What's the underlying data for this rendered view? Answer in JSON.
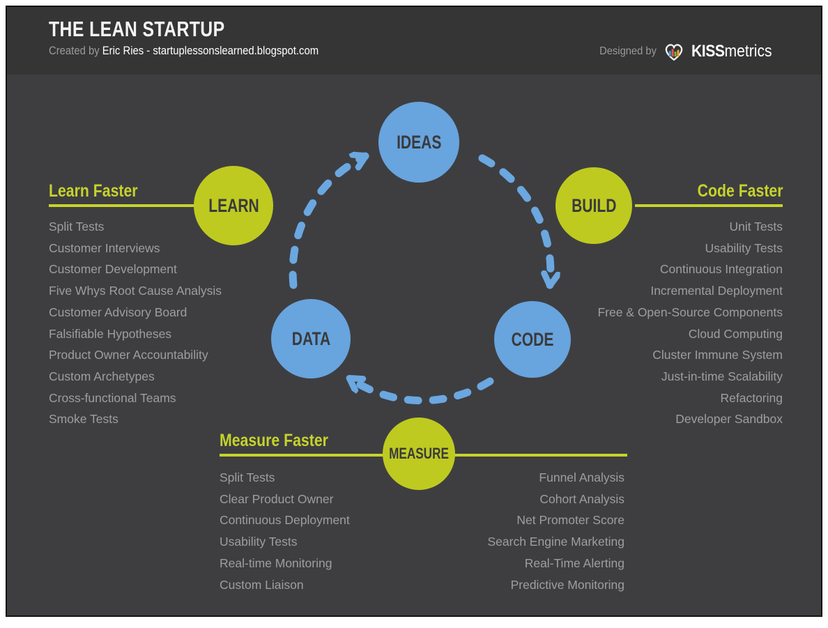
{
  "header": {
    "title": "THE LEAN STARTUP",
    "created_by_prefix": "Created by ",
    "created_by": "Eric Ries - startuplessonslearned.blogspot.com",
    "designed_by_prefix": "Designed by",
    "brand_bold": "KISS",
    "brand_regular": "metrics"
  },
  "cycle": {
    "nodes": [
      {
        "id": "ideas",
        "label": "IDEAS",
        "color": "blue"
      },
      {
        "id": "learn",
        "label": "LEARN",
        "color": "green"
      },
      {
        "id": "build",
        "label": "BUILD",
        "color": "green"
      },
      {
        "id": "data",
        "label": "DATA",
        "color": "blue"
      },
      {
        "id": "code",
        "label": "CODE",
        "color": "blue"
      },
      {
        "id": "measure",
        "label": "MEASURE",
        "color": "green"
      }
    ],
    "arrows": [
      "ideas-to-code",
      "code-to-data",
      "data-to-ideas"
    ]
  },
  "sections": {
    "learn": {
      "heading": "Learn Faster",
      "items": [
        "Split Tests",
        "Customer Interviews",
        "Customer Development",
        "Five Whys Root Cause Analysis",
        "Customer Advisory Board",
        "Falsifiable Hypotheses",
        "Product Owner Accountability",
        "Custom Archetypes",
        "Cross-functional Teams",
        "Smoke Tests"
      ]
    },
    "code": {
      "heading": "Code Faster",
      "items": [
        "Unit Tests",
        "Usability Tests",
        "Continuous Integration",
        "Incremental Deployment",
        "Free & Open-Source Components",
        "Cloud Computing",
        "Cluster Immune System",
        "Just-in-time Scalability",
        "Refactoring",
        "Developer Sandbox"
      ]
    },
    "measure": {
      "heading": "Measure Faster",
      "items_left": [
        "Split Tests",
        "Clear Product Owner",
        "Continuous Deployment",
        "Usability Tests",
        "Real-time Monitoring",
        "Custom Liaison"
      ],
      "items_right": [
        "Funnel Analysis",
        "Cohort Analysis",
        "Net Promoter Score",
        "Search Engine Marketing",
        "Real-Time Alerting",
        "Predictive Monitoring"
      ]
    }
  },
  "colors": {
    "page_margin": "#ffffff",
    "panel_bg": "#3e3e41",
    "header_bg": "#353535",
    "panel_border": "#141414",
    "node_blue": "#68a4de",
    "node_green": "#bfca20",
    "arrow_blue": "#6ba7e0",
    "accent_green": "#c6d32b",
    "node_text": "#3a3a3c",
    "list_text": "#9e9ea0",
    "title_text": "#f4f4f4",
    "muted_text": "#9a9a9a"
  }
}
